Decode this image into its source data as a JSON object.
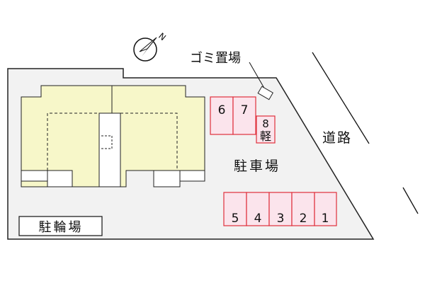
{
  "compass": {
    "north_label": "N",
    "icon": "north-arrow-icon"
  },
  "labels": {
    "garbage": "ゴミ置場",
    "road": "道路",
    "parking": "駐車場",
    "bicycle_parking": "駐輪場"
  },
  "parking_spaces": {
    "upper": [
      "6",
      "7"
    ],
    "kei": {
      "number": "8",
      "note": "軽"
    },
    "lower": [
      "5",
      "4",
      "3",
      "2",
      "1"
    ]
  },
  "colors": {
    "building_fill": "#f7f7c9",
    "parking_fill": "#fbe4ec",
    "parking_stroke": "#e0303c",
    "outline": "#222222"
  }
}
